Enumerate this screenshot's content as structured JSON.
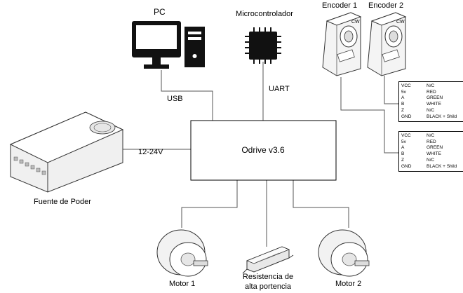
{
  "labels": {
    "pc": "PC",
    "microcontroller": "Microcontrolador",
    "encoder1": "Encoder 1",
    "encoder2": "Encoder 2",
    "usb": "USB",
    "uart": "UART",
    "odrive": "Odrive v3.6",
    "voltage": "12-24V",
    "power_supply": "Fuente de Poder",
    "motor1": "Motor 1",
    "motor2": "Motor 2",
    "resistor_line1": "Resistencia de",
    "resistor_line2": "alta portencia",
    "encoder_face_text": "CW"
  },
  "pin_tables": [
    {
      "rows": [
        {
          "pin": "VCC",
          "value": "N/C"
        },
        {
          "pin": "5v",
          "value": "RED"
        },
        {
          "pin": "A",
          "value": "GREEN"
        },
        {
          "pin": "B",
          "value": "WHITE"
        },
        {
          "pin": "Z",
          "value": "N/C"
        },
        {
          "pin": "GND",
          "value": "BLACK + Shild"
        }
      ]
    },
    {
      "rows": [
        {
          "pin": "VCC",
          "value": "N/C"
        },
        {
          "pin": "5v",
          "value": "RED"
        },
        {
          "pin": "A",
          "value": "GREEN"
        },
        {
          "pin": "B",
          "value": "WHITE"
        },
        {
          "pin": "Z",
          "value": "N/C"
        },
        {
          "pin": "GND",
          "value": "BLACK + Shild"
        }
      ]
    }
  ]
}
